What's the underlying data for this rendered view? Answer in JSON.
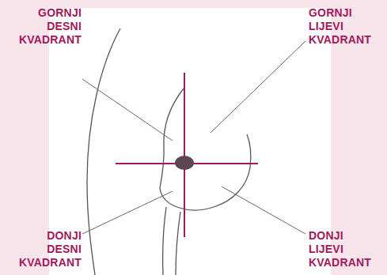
{
  "diagram": {
    "labels": [
      "GORNJI DESNI KVADRANT",
      "GORNJI LIJEVI KVADRANT",
      "DONJI DESNI KVADRANT",
      "DONJI LIJEVI KVADRANT"
    ]
  }
}
